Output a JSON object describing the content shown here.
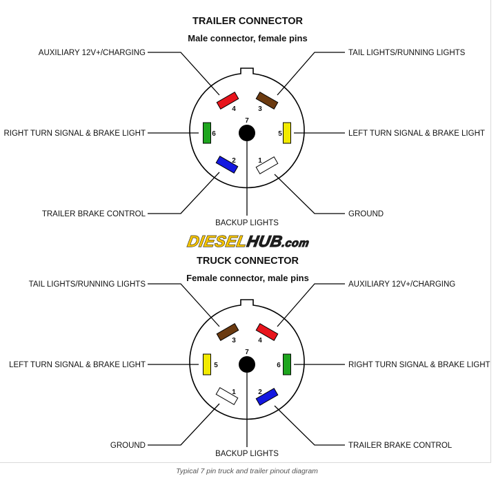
{
  "colors": {
    "red": "#e8141c",
    "brown": "#6b3a10",
    "green": "#1ea51e",
    "yellow": "#f2ea00",
    "blue": "#1418e0",
    "white": "#ffffff",
    "logo_yellow": "#f5c400",
    "logo_dark": "#1e1e1e"
  },
  "logo": {
    "part1": "DIESEL",
    "part2": "HUB",
    "part3": ".com"
  },
  "caption": "Typical 7 pin truck and trailer pinout diagram",
  "connectors": [
    {
      "title": "TRAILER CONNECTOR",
      "subtitle": "Male connector, female pins",
      "pins": [
        {
          "num": "1",
          "color": "white"
        },
        {
          "num": "2",
          "color": "blue"
        },
        {
          "num": "3",
          "color": "brown"
        },
        {
          "num": "4",
          "color": "red"
        },
        {
          "num": "5",
          "color": "yellow"
        },
        {
          "num": "6",
          "color": "green"
        },
        {
          "num": "7",
          "color": "black"
        }
      ],
      "labels": {
        "top_left": "AUXILIARY 12V+/CHARGING",
        "top_right": "TAIL LIGHTS/RUNNING LIGHTS",
        "mid_left": "RIGHT TURN SIGNAL & BRAKE LIGHT",
        "mid_right": "LEFT TURN SIGNAL & BRAKE LIGHT",
        "bottom_left": "TRAILER BRAKE CONTROL",
        "bottom_center": "BACKUP LIGHTS",
        "bottom_right": "GROUND"
      }
    },
    {
      "title": "TRUCK CONNECTOR",
      "subtitle": "Female connector, male pins",
      "pins": [
        {
          "num": "1",
          "color": "white"
        },
        {
          "num": "2",
          "color": "blue"
        },
        {
          "num": "3",
          "color": "brown"
        },
        {
          "num": "4",
          "color": "red"
        },
        {
          "num": "5",
          "color": "yellow"
        },
        {
          "num": "6",
          "color": "green"
        },
        {
          "num": "7",
          "color": "black"
        }
      ],
      "labels": {
        "top_left": "TAIL LIGHTS/RUNNING LIGHTS",
        "top_right": "AUXILIARY 12V+/CHARGING",
        "mid_left": "LEFT TURN SIGNAL & BRAKE LIGHT",
        "mid_right": "RIGHT TURN SIGNAL & BRAKE LIGHT",
        "bottom_left": "GROUND",
        "bottom_center": "BACKUP LIGHTS",
        "bottom_right": "TRAILER BRAKE CONTROL"
      }
    }
  ]
}
